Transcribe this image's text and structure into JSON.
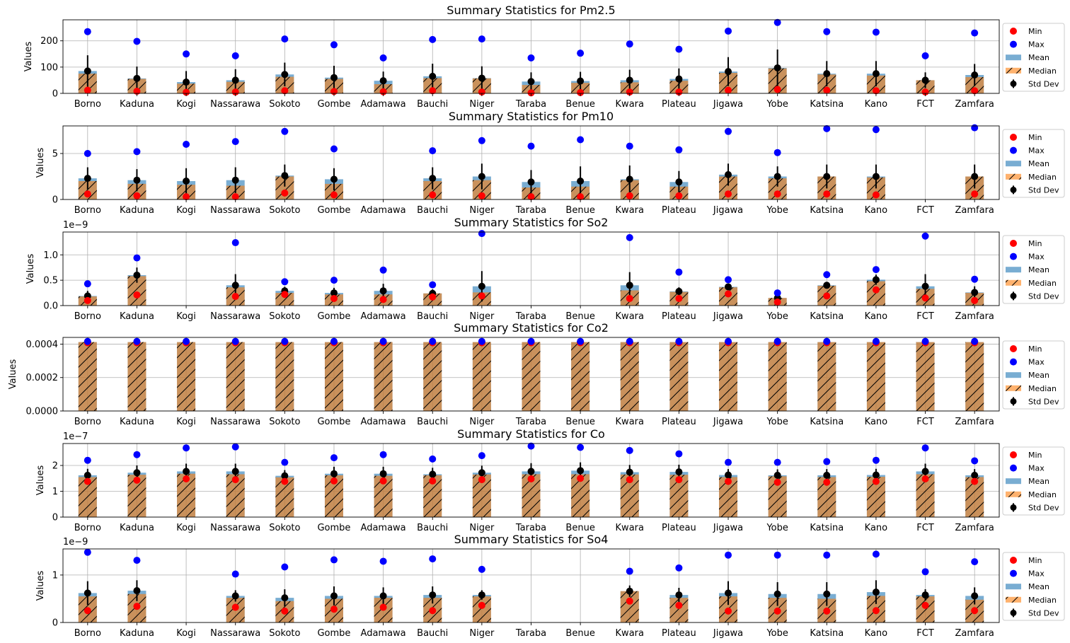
{
  "figure": {
    "legend_labels": [
      "Min",
      "Max",
      "Mean",
      "Median",
      "Std Dev"
    ],
    "legend_placement": "right",
    "colors": {
      "min": "#ff0000",
      "max": "#0000ff",
      "mean": "#1f77b4",
      "median": "#ff7f0e",
      "std": "#000000",
      "grid": "#b0b0b0"
    }
  },
  "chart_data": [
    {
      "type": "bar",
      "title": "Summary Statistics for Pm2.5",
      "ylabel": "Values",
      "scale_label": "",
      "ylim": [
        0,
        280
      ],
      "yticks": [
        0,
        100,
        200
      ],
      "ytick_labels": [
        "0",
        "100",
        "200"
      ],
      "categories": [
        "Borno",
        "Kaduna",
        "Kogi",
        "Nassarawa",
        "Sokoto",
        "Gombe",
        "Adamawa",
        "Bauchi",
        "Niger",
        "Taraba",
        "Benue",
        "Kwara",
        "Plateau",
        "Jigawa",
        "Yobe",
        "Katsina",
        "Kano",
        "FCT",
        "Zamfara"
      ],
      "mean": [
        85,
        57,
        43,
        50,
        72,
        60,
        48,
        65,
        58,
        45,
        47,
        50,
        55,
        83,
        97,
        75,
        75,
        50,
        70
      ],
      "median": [
        75,
        55,
        37,
        44,
        63,
        55,
        35,
        58,
        57,
        32,
        40,
        42,
        48,
        78,
        95,
        72,
        68,
        50,
        62
      ],
      "std": [
        60,
        45,
        42,
        42,
        45,
        45,
        35,
        48,
        45,
        35,
        35,
        40,
        40,
        55,
        70,
        48,
        48,
        30,
        42
      ],
      "min": [
        12,
        8,
        4,
        5,
        10,
        7,
        6,
        10,
        5,
        2,
        3,
        5,
        5,
        12,
        15,
        12,
        10,
        5,
        10
      ],
      "max": [
        235,
        198,
        150,
        143,
        207,
        185,
        135,
        205,
        207,
        135,
        153,
        188,
        168,
        237,
        270,
        235,
        233,
        143,
        230
      ]
    },
    {
      "type": "bar",
      "title": "Summary Statistics for Pm10",
      "ylabel": "Values",
      "scale_label": "",
      "ylim": [
        0,
        8
      ],
      "yticks": [
        0,
        5
      ],
      "ytick_labels": [
        "0",
        "5"
      ],
      "categories": [
        "Borno",
        "Kaduna",
        "Kogi",
        "Nassarawa",
        "Sokoto",
        "Gombe",
        "Bauchi",
        "Niger",
        "Taraba",
        "Benue",
        "Kwara",
        "Plateau",
        "Jigawa",
        "Yobe",
        "Katsina",
        "Kano",
        "Zamfara"
      ],
      "mean": [
        2.3,
        2.1,
        2.0,
        2.1,
        2.6,
        2.2,
        2.3,
        2.5,
        1.9,
        2.0,
        2.2,
        1.9,
        2.7,
        2.5,
        2.5,
        2.5,
        2.5
      ],
      "median": [
        2.0,
        1.7,
        1.6,
        1.5,
        2.5,
        1.7,
        2.0,
        2.1,
        1.3,
        1.4,
        2.1,
        1.4,
        2.5,
        2.3,
        2.5,
        2.4,
        2.5
      ],
      "std": [
        1.2,
        1.2,
        1.4,
        1.4,
        1.2,
        1.2,
        1.2,
        1.4,
        1.3,
        1.6,
        1.5,
        1.2,
        1.2,
        1.1,
        1.3,
        1.3,
        1.3
      ],
      "min": [
        0.6,
        0.4,
        0.3,
        0.3,
        0.7,
        0.5,
        0.5,
        0.4,
        0.3,
        0.3,
        0.4,
        0.4,
        0.6,
        0.6,
        0.6,
        0.5,
        0.6
      ],
      "max": [
        5.0,
        5.2,
        6.0,
        6.3,
        7.4,
        5.5,
        5.3,
        6.4,
        5.8,
        6.5,
        5.8,
        5.4,
        7.4,
        5.1,
        7.7,
        7.6,
        7.8
      ]
    },
    {
      "type": "bar",
      "title": "Summary Statistics for So2",
      "ylabel": "Values",
      "scale_label": "1e−9",
      "ylim": [
        0,
        1.45
      ],
      "yticks": [
        0,
        0.5,
        1.0
      ],
      "ytick_labels": [
        "0.0",
        "0.5",
        "1.0"
      ],
      "categories": [
        "Borno",
        "Kaduna",
        "Kogi",
        "Nassarawa",
        "Sokoto",
        "Gombe",
        "Adamawa",
        "Bauchi",
        "Niger",
        "Taraba",
        "Benue",
        "Kwara",
        "Plateau",
        "Jigawa",
        "Yobe",
        "Katsina",
        "Kano",
        "FCT",
        "Zamfara"
      ],
      "mean": [
        0.19,
        0.6,
        null,
        0.4,
        0.29,
        0.25,
        0.29,
        0.24,
        0.38,
        null,
        null,
        0.4,
        0.28,
        0.37,
        0.15,
        0.4,
        0.51,
        0.38,
        0.26
      ],
      "median": [
        0.18,
        0.58,
        null,
        0.36,
        0.25,
        0.22,
        0.22,
        0.24,
        0.26,
        null,
        null,
        0.3,
        0.27,
        0.36,
        0.15,
        0.39,
        0.48,
        0.33,
        0.25
      ],
      "std": [
        0.1,
        0.15,
        null,
        0.22,
        0.08,
        0.1,
        0.14,
        0.08,
        0.3,
        null,
        null,
        0.26,
        0.08,
        0.06,
        0.05,
        0.06,
        0.1,
        0.24,
        0.12
      ],
      "min": [
        0.1,
        0.21,
        null,
        0.18,
        0.22,
        0.14,
        0.12,
        0.17,
        0.19,
        null,
        null,
        0.14,
        0.14,
        0.23,
        0.07,
        0.19,
        0.31,
        0.15,
        0.1
      ],
      "max": [
        0.43,
        0.94,
        null,
        1.24,
        0.47,
        0.5,
        0.7,
        0.41,
        1.42,
        null,
        null,
        1.34,
        0.66,
        0.51,
        0.25,
        0.61,
        0.71,
        1.37,
        0.52
      ]
    },
    {
      "type": "bar",
      "title": "Summary Statistics for Co2",
      "ylabel": "Values",
      "scale_label": "",
      "ylim": [
        0,
        0.00044
      ],
      "yticks": [
        0,
        0.0002,
        0.0004
      ],
      "ytick_labels": [
        "0.0000",
        "0.0002",
        "0.0004"
      ],
      "categories": [
        "Borno",
        "Kaduna",
        "Kogi",
        "Nassarawa",
        "Sokoto",
        "Gombe",
        "Adamawa",
        "Bauchi",
        "Niger",
        "Taraba",
        "Benue",
        "Kwara",
        "Plateau",
        "Jigawa",
        "Yobe",
        "Katsina",
        "Kano",
        "FCT",
        "Zamfara"
      ],
      "mean": [
        0.000412,
        0.000412,
        0.000412,
        0.000412,
        0.000412,
        0.000412,
        0.000412,
        0.000412,
        0.000412,
        0.000412,
        0.000412,
        0.000412,
        0.000412,
        0.000412,
        0.000412,
        0.000412,
        0.000412,
        0.000412,
        0.000412
      ],
      "median": [
        0.000412,
        0.000412,
        0.000412,
        0.000412,
        0.000412,
        0.000412,
        0.000412,
        0.000412,
        0.000412,
        0.000412,
        0.000412,
        0.000412,
        0.000412,
        0.000412,
        0.000412,
        0.000412,
        0.000412,
        0.000412,
        0.000412
      ],
      "std": [
        5e-07,
        5e-07,
        5e-07,
        5e-07,
        5e-07,
        5e-07,
        5e-07,
        5e-07,
        5e-07,
        5e-07,
        5e-07,
        5e-07,
        5e-07,
        5e-07,
        5e-07,
        5e-07,
        5e-07,
        5e-07,
        5e-07
      ],
      "min": [
        0.000408,
        0.000408,
        0.000408,
        0.000408,
        0.000408,
        0.000408,
        0.000408,
        0.000408,
        0.000408,
        0.000408,
        0.000408,
        0.000408,
        0.000408,
        0.000408,
        0.000408,
        0.000408,
        0.000408,
        0.000408,
        0.000408
      ],
      "max": [
        0.000416,
        0.000416,
        0.000416,
        0.000416,
        0.000416,
        0.000416,
        0.000416,
        0.000416,
        0.000416,
        0.000416,
        0.000416,
        0.000416,
        0.000416,
        0.000416,
        0.000416,
        0.000416,
        0.000416,
        0.000416,
        0.000416
      ]
    },
    {
      "type": "bar",
      "title": "Summary Statistics for Co",
      "ylabel": "Values",
      "scale_label": "1e−7",
      "ylim": [
        0,
        2.85
      ],
      "yticks": [
        0,
        1,
        2
      ],
      "ytick_labels": [
        "0",
        "1",
        "2"
      ],
      "categories": [
        "Borno",
        "Kaduna",
        "Kogi",
        "Nassarawa",
        "Sokoto",
        "Gombe",
        "Adamawa",
        "Bauchi",
        "Niger",
        "Taraba",
        "Benue",
        "Kwara",
        "Plateau",
        "Jigawa",
        "Yobe",
        "Katsina",
        "Kano",
        "FCT",
        "Zamfara"
      ],
      "mean": [
        1.62,
        1.72,
        1.77,
        1.77,
        1.6,
        1.68,
        1.68,
        1.66,
        1.72,
        1.77,
        1.8,
        1.74,
        1.75,
        1.63,
        1.62,
        1.62,
        1.63,
        1.77,
        1.62
      ],
      "median": [
        1.55,
        1.64,
        1.68,
        1.66,
        1.54,
        1.62,
        1.6,
        1.62,
        1.65,
        1.66,
        1.66,
        1.65,
        1.64,
        1.55,
        1.58,
        1.55,
        1.56,
        1.66,
        1.55
      ],
      "std": [
        0.25,
        0.28,
        0.3,
        0.3,
        0.22,
        0.27,
        0.27,
        0.25,
        0.27,
        0.32,
        0.32,
        0.28,
        0.28,
        0.23,
        0.23,
        0.24,
        0.24,
        0.3,
        0.24
      ],
      "min": [
        1.38,
        1.43,
        1.48,
        1.45,
        1.38,
        1.4,
        1.4,
        1.4,
        1.45,
        1.48,
        1.5,
        1.45,
        1.45,
        1.38,
        1.35,
        1.35,
        1.38,
        1.48,
        1.38
      ],
      "max": [
        2.2,
        2.42,
        2.68,
        2.72,
        2.12,
        2.3,
        2.42,
        2.25,
        2.38,
        2.75,
        2.7,
        2.58,
        2.45,
        2.12,
        2.12,
        2.15,
        2.2,
        2.68,
        2.18
      ]
    },
    {
      "type": "bar",
      "title": "Summary Statistics for So4",
      "ylabel": "Values",
      "scale_label": "1e−9",
      "ylim": [
        0,
        1.55
      ],
      "yticks": [
        0,
        1
      ],
      "ytick_labels": [
        "0",
        "1"
      ],
      "categories": [
        "Borno",
        "Kaduna",
        "Kogi",
        "Nassarawa",
        "Sokoto",
        "Gombe",
        "Adamawa",
        "Bauchi",
        "Niger",
        "Taraba",
        "Benue",
        "Kwara",
        "Plateau",
        "Jigawa",
        "Yobe",
        "Katsina",
        "Kano",
        "FCT",
        "Zamfara"
      ],
      "mean": [
        0.62,
        0.67,
        null,
        0.56,
        0.52,
        0.56,
        0.56,
        0.58,
        0.58,
        null,
        null,
        0.66,
        0.58,
        0.62,
        0.6,
        0.6,
        0.64,
        0.58,
        0.56
      ],
      "median": [
        0.55,
        0.6,
        null,
        0.52,
        0.45,
        0.5,
        0.52,
        0.52,
        0.55,
        null,
        null,
        0.66,
        0.52,
        0.55,
        0.52,
        0.5,
        0.56,
        0.55,
        0.48
      ],
      "std": [
        0.25,
        0.22,
        null,
        0.12,
        0.18,
        0.2,
        0.18,
        0.18,
        0.1,
        null,
        null,
        0.12,
        0.15,
        0.25,
        0.25,
        0.25,
        0.25,
        0.12,
        0.18
      ],
      "min": [
        0.25,
        0.34,
        null,
        0.32,
        0.24,
        0.28,
        0.32,
        0.25,
        0.36,
        null,
        null,
        0.45,
        0.36,
        0.24,
        0.24,
        0.24,
        0.25,
        0.36,
        0.25
      ],
      "max": [
        1.48,
        1.31,
        null,
        1.02,
        1.17,
        1.32,
        1.29,
        1.34,
        1.12,
        null,
        null,
        1.08,
        1.15,
        1.42,
        1.42,
        1.42,
        1.44,
        1.07,
        1.28
      ]
    }
  ]
}
